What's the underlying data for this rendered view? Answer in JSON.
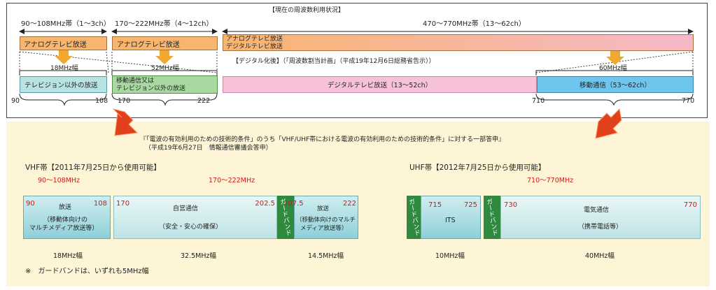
{
  "top": {
    "current_title": "【現在の周波数利用状況】",
    "after_title": "【デジタル化後】（「周波数割当計画」（平成19年12月6日総務省告示））",
    "bands": [
      {
        "label": "90～108MHz帯（1～3ch）",
        "content": "アナログテレビ放送"
      },
      {
        "label": "170～222MHz帯（4～12ch）",
        "content": "アナログテレビ放送"
      },
      {
        "label": "470～770MHz帯（13～62ch）",
        "content_line1": "アナログテレビ放送",
        "content_line2": "デジタルテレビ放送"
      }
    ],
    "widths": {
      "w18": "18MHz幅",
      "w52": "52MHz幅",
      "w60": "60MHz幅"
    },
    "after": {
      "tv_other": "テレビジョン以外の放送",
      "mobile_or_line1": "移動通信又は",
      "mobile_or_line2": "テレビジョン以外の放送",
      "digital_tv": "デジタルテレビ放送（13～52ch）",
      "mobile": "移動通信（53～62ch）"
    },
    "ticks": {
      "t90": "90",
      "t108": "108",
      "t170": "170",
      "t222": "222",
      "t710": "710",
      "t770": "770"
    }
  },
  "report": {
    "line1": "『「電波の有効利用のための技術的条件」のうち「VHF/UHF帯における電波の有効利用のための技術的条件」に対する一部答申』",
    "line2": "（平成19年6月27日　情報通信審議会答申）"
  },
  "vhf": {
    "title": "VHF帯【2011年7月25日から使用可能】",
    "range1": "90～108MHz",
    "range2": "170～222MHz",
    "b1": {
      "start": "90",
      "end": "108",
      "l1": "放送",
      "l2": "（移動体向けの",
      "l3": "マルチメディア放送等）"
    },
    "b2": {
      "start": "170",
      "end": "202.5",
      "l1": "自営通信",
      "l2": "（安全・安心の確保）"
    },
    "guard": "ガードバンド",
    "b3": {
      "start": "207.5",
      "end": "222",
      "l1": "放送",
      "l2": "（移動体向けのマルチ",
      "l3": "メディア放送等）"
    },
    "w1": "18MHz幅",
    "w2": "32.5MHz幅",
    "w3": "14.5MHz幅"
  },
  "uhf": {
    "title": "UHF帯【2012年7月25日から使用可能】",
    "range": "710～770MHz",
    "guard": "ガードバンド",
    "its": {
      "start": "715",
      "end": "725",
      "l1": "ITS"
    },
    "tel": {
      "start": "730",
      "end": "770",
      "l1": "電気通信",
      "l2": "（携帯電話等）"
    },
    "w1": "10MHz幅",
    "w2": "40MHz幅"
  },
  "note": "※　ガードバンドは、いずれも5MHz幅",
  "colors": {
    "orange": "#f8b56f",
    "pink": "#f7c2d9",
    "teal": "#b7e3e4",
    "green": "#a7d9a0",
    "blue": "#6ec6ef",
    "lower_bg": "#fdf5d5",
    "arrow": "#f0a830",
    "red_arrow": "#e0401a",
    "guard": "#2f8a3f"
  }
}
